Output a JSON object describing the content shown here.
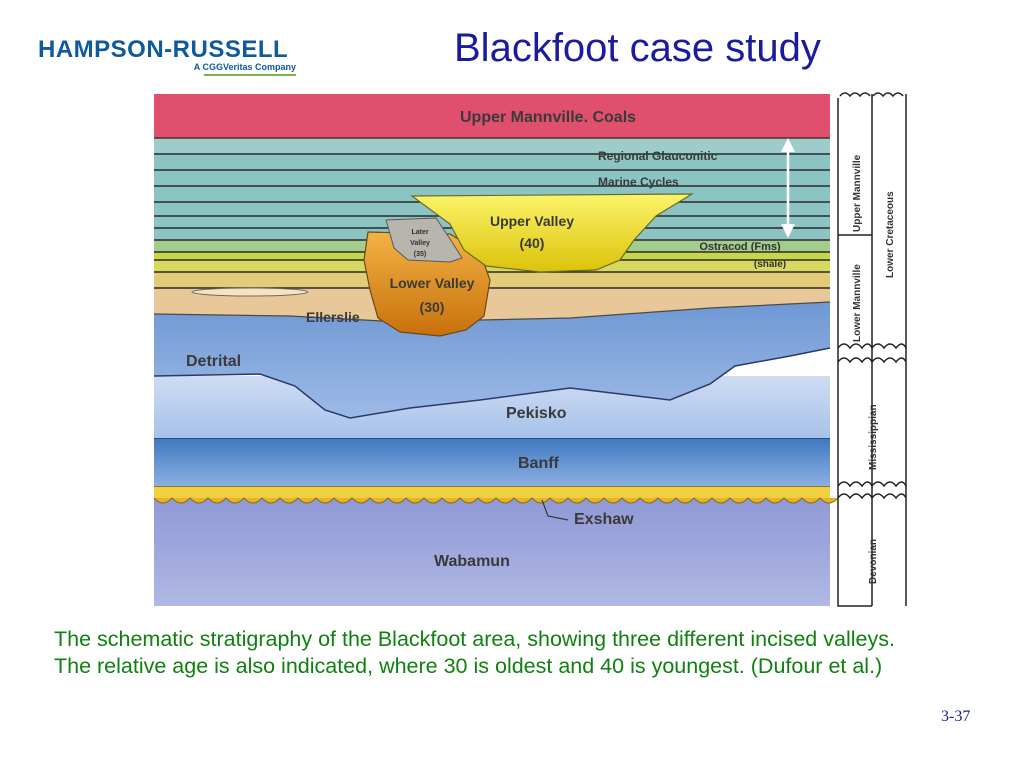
{
  "logo": {
    "name": "HAMPSON-RUSSELL",
    "tagline": "A CGGVeritas Company"
  },
  "title": "Blackfoot case study",
  "diagram": {
    "units": {
      "upper_mannville_coals": "Upper Mannville. Coals",
      "regional_glauconitic": "Regional Glauconitic",
      "marine_cycles": "Marine Cycles",
      "upper_valley": "Upper Valley",
      "upper_valley_age": "(40)",
      "lower_valley": "Lower Valley",
      "lower_valley_age": "(30)",
      "later_valley_line1": "Later",
      "later_valley_line2": "Valley",
      "later_valley_age": "(35)",
      "ostracod_line1": "Ostracod (Fms)",
      "ostracod_line2": "(shale)",
      "ellerslie": "Ellerslie",
      "detrital": "Detrital",
      "pekisko": "Pekisko",
      "banff": "Banff",
      "exshaw": "Exshaw",
      "wabamun": "Wabamun"
    },
    "column_labels": {
      "upper_mannville": "Upper Mannville",
      "lower_mannville": "Lower Mannville",
      "mississippian": "Mississippian",
      "devonian": "Devonian",
      "lower_cretaceous": "Lower Cretaceous"
    },
    "colors": {
      "coals": "#e0506e",
      "glauconitic_teal": "#8cc4c4",
      "yellow_green": "#c8d64a",
      "upper_valley": "#f2e61c",
      "lower_valley": "#e8961e",
      "ellerslie": "#e8c898",
      "detrital": "#7ea6dc",
      "pekisko": "#a8c4ec",
      "banff": "#5a8ccc",
      "exshaw": "#f0d040",
      "wabamun": "#9ea8dc"
    }
  },
  "caption": "The schematic stratigraphy of the Blackfoot area, showing three different incised valleys.  The relative age is also indicated, where 30 is oldest and 40 is youngest. (Dufour et al.)",
  "page_number": "3-37"
}
